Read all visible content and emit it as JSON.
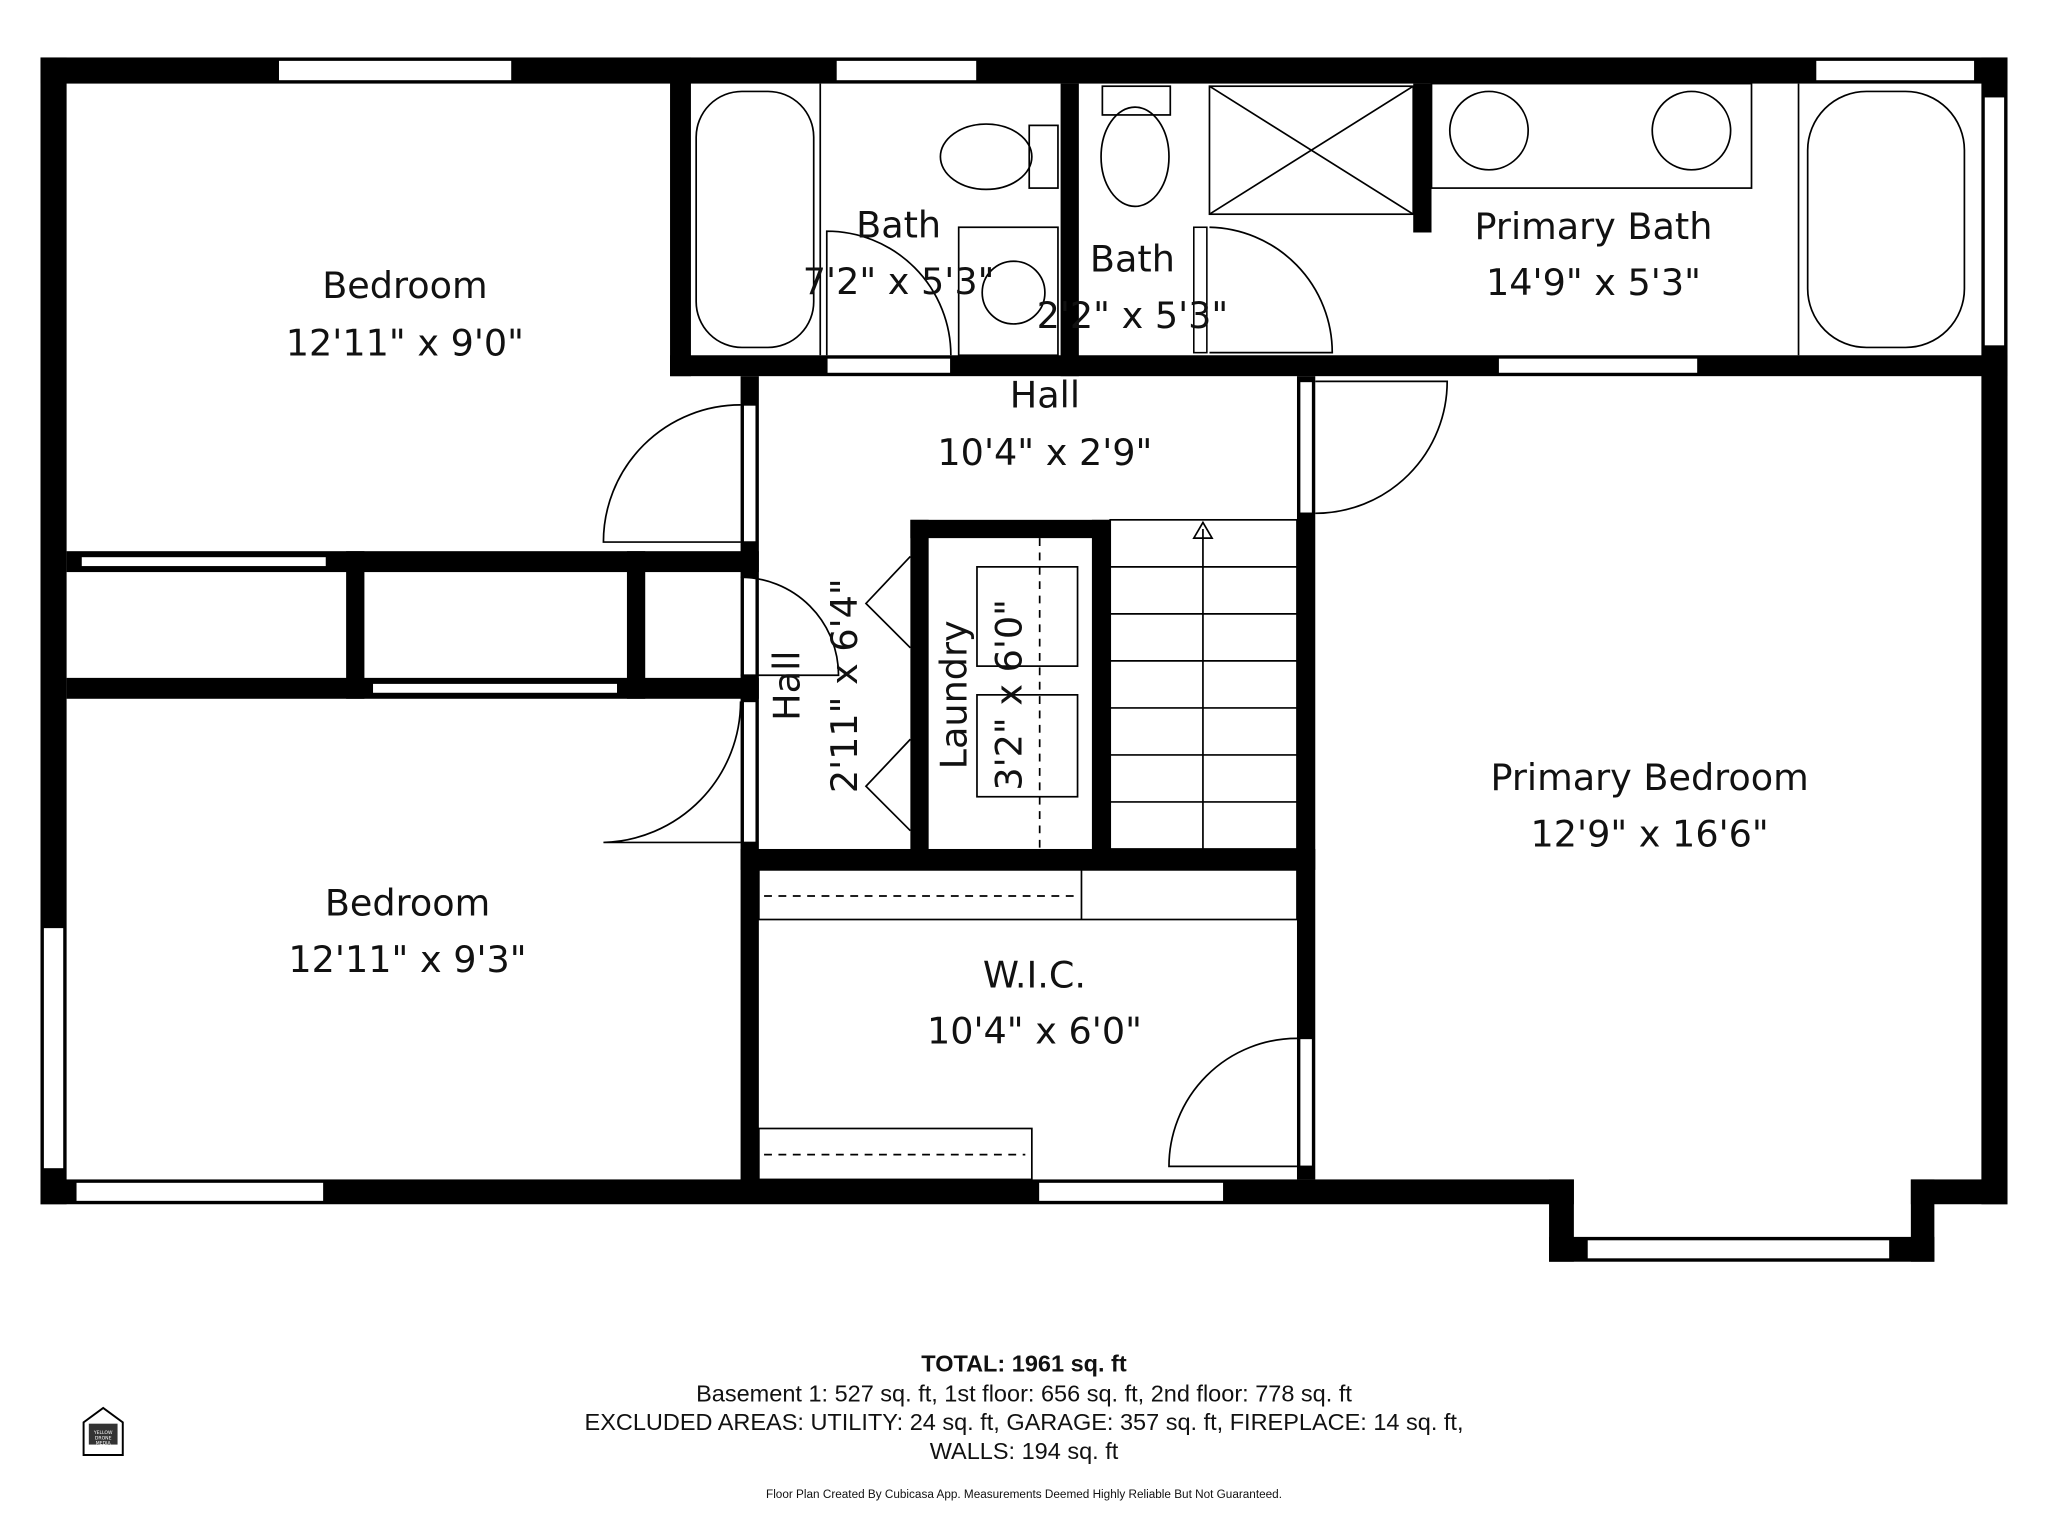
{
  "rooms": {
    "bedroom_nw": {
      "name": "Bedroom",
      "size": "12'11\" x 9'0\""
    },
    "bath_1": {
      "name": "Bath",
      "size": "7'2\" x 5'3\""
    },
    "bath_2": {
      "name": "Bath",
      "size": "2'2\" x 5'3\""
    },
    "primary_bath": {
      "name": "Primary Bath",
      "size": "14'9\" x 5'3\""
    },
    "hall_upper": {
      "name": "Hall",
      "size": "10'4\" x 2'9\""
    },
    "hall_small": {
      "name": "Hall",
      "size": "2'11\" x 6'4\""
    },
    "laundry": {
      "name": "Laundry",
      "size": "3'2\" x 6'0\""
    },
    "primary_bedroom": {
      "name": "Primary Bedroom",
      "size": "12'9\" x 16'6\""
    },
    "bedroom_sw": {
      "name": "Bedroom",
      "size": "12'11\" x 9'3\""
    },
    "wic": {
      "name": "W.I.C.",
      "size": "10'4\" x 6'0\""
    }
  },
  "footer": {
    "total": "TOTAL: 1961 sq. ft",
    "floors": "Basement 1: 527 sq. ft, 1st floor: 656 sq. ft, 2nd floor: 778 sq. ft",
    "excluded": "EXCLUDED AREAS: UTILITY: 24 sq. ft, GARAGE: 357 sq. ft, FIREPLACE: 14 sq. ft,",
    "walls": "WALLS: 194 sq. ft",
    "disclaimer": "Floor Plan Created By Cubicasa App. Measurements Deemed Highly Reliable But Not Guaranteed."
  },
  "logo": {
    "text": "YELLOW DRONE MEDIA",
    "icon": "house-logo-icon"
  }
}
